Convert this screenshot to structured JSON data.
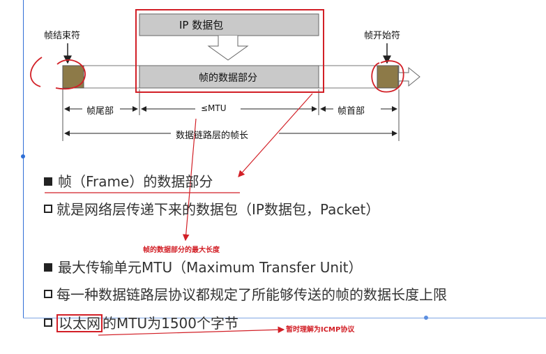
{
  "diagram": {
    "ip_packet_label": "IP 数据包",
    "frame_end_label": "帧结束符",
    "frame_start_label": "帧开始符",
    "frame_data_label": "帧的数据部分",
    "trailer_label": "帧尾部",
    "mtu_label": "≤MTU",
    "header_label": "帧首部",
    "frame_length_label": "数据链路层的帧长"
  },
  "lines": {
    "line1": "帧（Frame）的数据部分",
    "line2": "就是网络层传递下来的数据包（IP数据包，Packet）",
    "line3": "最大传输单元MTU（Maximum Transfer Unit）",
    "line4": "每一种数据链路层协议都规定了所能够传送的帧的数据长度上限",
    "line5_highlight": "以太网",
    "line5_rest": "的MTU为1500个字节"
  },
  "annotations": {
    "mtu_note": "帧的数据部分的最大长度",
    "icmp_note": "暂时理解为ICMP协议"
  },
  "colors": {
    "annotation_red": "#d21f26",
    "accent_blue": "#2f6fd6",
    "box_gray": "#c9c9c9",
    "marker_olive": "#8d7a48"
  }
}
